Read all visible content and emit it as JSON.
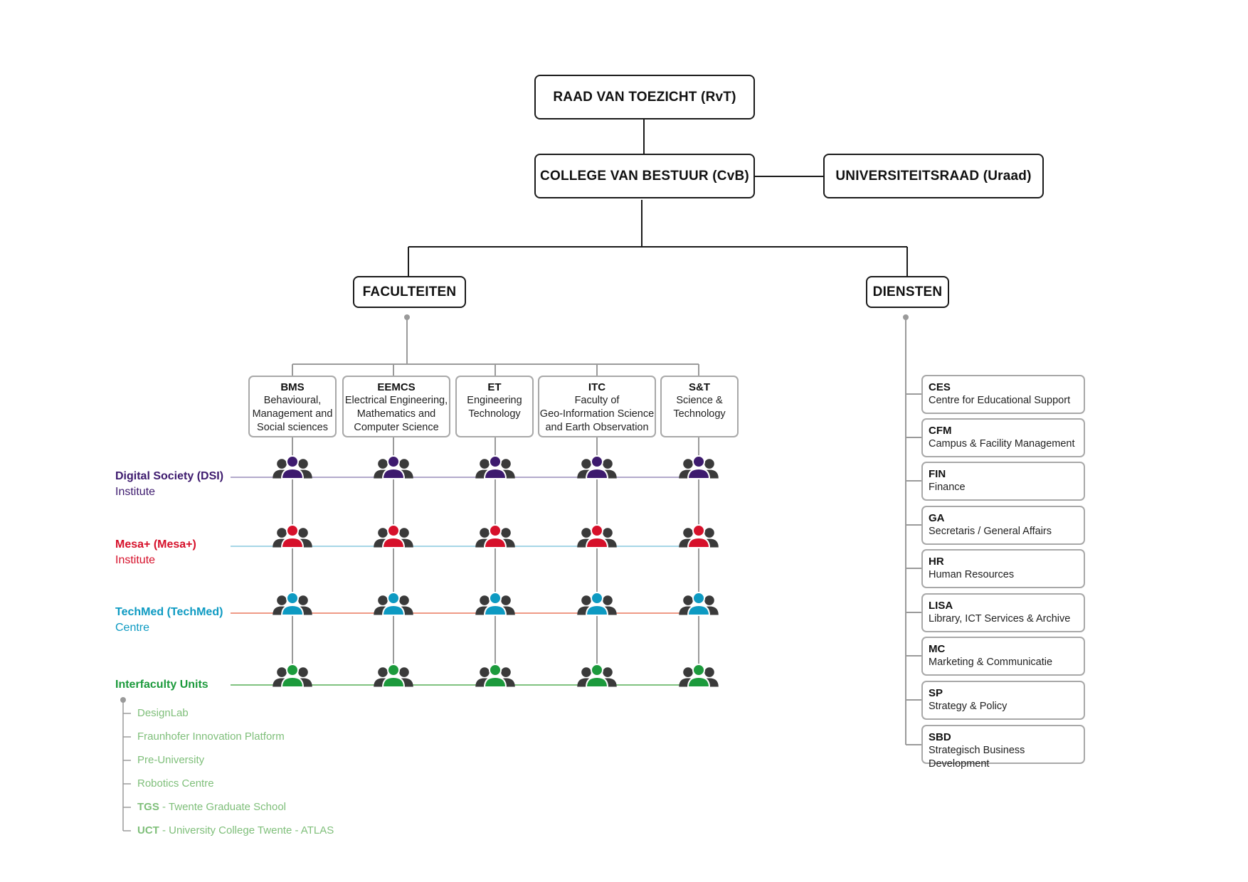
{
  "top": {
    "rvt": "RAAD VAN TOEZICHT (RvT)",
    "cvb": "COLLEGE VAN BESTUUR (CvB)",
    "uraad": "UNIVERSITEITSRAAD (Uraad)"
  },
  "branches": {
    "faculteiten": "FACULTEITEN",
    "diensten": "DIENSTEN"
  },
  "faculties": [
    {
      "abbr": "BMS",
      "full": "Behavioural,\nManagement and\nSocial sciences"
    },
    {
      "abbr": "EEMCS",
      "full": "Electrical Engineering,\nMathematics and\nComputer Science"
    },
    {
      "abbr": "ET",
      "full": "Engineering\nTechnology"
    },
    {
      "abbr": "ITC",
      "full": "Faculty of\nGeo-Information Science\nand Earth Observation"
    },
    {
      "abbr": "S&T",
      "full": "Science &\nTechnology"
    }
  ],
  "institutes": [
    {
      "name": "Digital Society (DSI)",
      "sub": "Institute",
      "color": "#3d1a6e",
      "line_color": "#b3aacb"
    },
    {
      "name": "Mesa+ (Mesa+)",
      "sub": "Institute",
      "color": "#d6102a",
      "line_color": "#a6d6e6"
    },
    {
      "name": "TechMed (TechMed)",
      "sub": "Centre",
      "color": "#0d9ac2",
      "line_color": "#ef9a86"
    },
    {
      "name": "Interfaculty Units",
      "sub": "",
      "color": "#1c9a3c",
      "line_color": "#7fc27f"
    }
  ],
  "interfaculty_units": [
    {
      "bold": "",
      "text": "DesignLab"
    },
    {
      "bold": "",
      "text": "Fraunhofer Innovation Platform"
    },
    {
      "bold": "",
      "text": "Pre-University"
    },
    {
      "bold": "",
      "text": "Robotics Centre"
    },
    {
      "bold": "TGS",
      "text": " - Twente Graduate School"
    },
    {
      "bold": "UCT",
      "text": " - University College Twente - ATLAS"
    }
  ],
  "services": [
    {
      "abbr": "CES",
      "full": "Centre for Educational Support"
    },
    {
      "abbr": "CFM",
      "full": "Campus & Facility Management"
    },
    {
      "abbr": "FIN",
      "full": "Finance"
    },
    {
      "abbr": "GA",
      "full": "Secretaris / General Affairs"
    },
    {
      "abbr": "HR",
      "full": "Human Resources"
    },
    {
      "abbr": "LISA",
      "full": "Library, ICT Services & Archive"
    },
    {
      "abbr": "MC",
      "full": "Marketing & Communicatie"
    },
    {
      "abbr": "SP",
      "full": "Strategy & Policy"
    },
    {
      "abbr": "SBD",
      "full": "Strategisch Business Development"
    }
  ],
  "colors": {
    "people_dark": "#3a3a3a",
    "connector_dark": "#1a1a1a",
    "connector_grey": "#9a9a9a",
    "ifu_text": "#7fbf7a"
  }
}
